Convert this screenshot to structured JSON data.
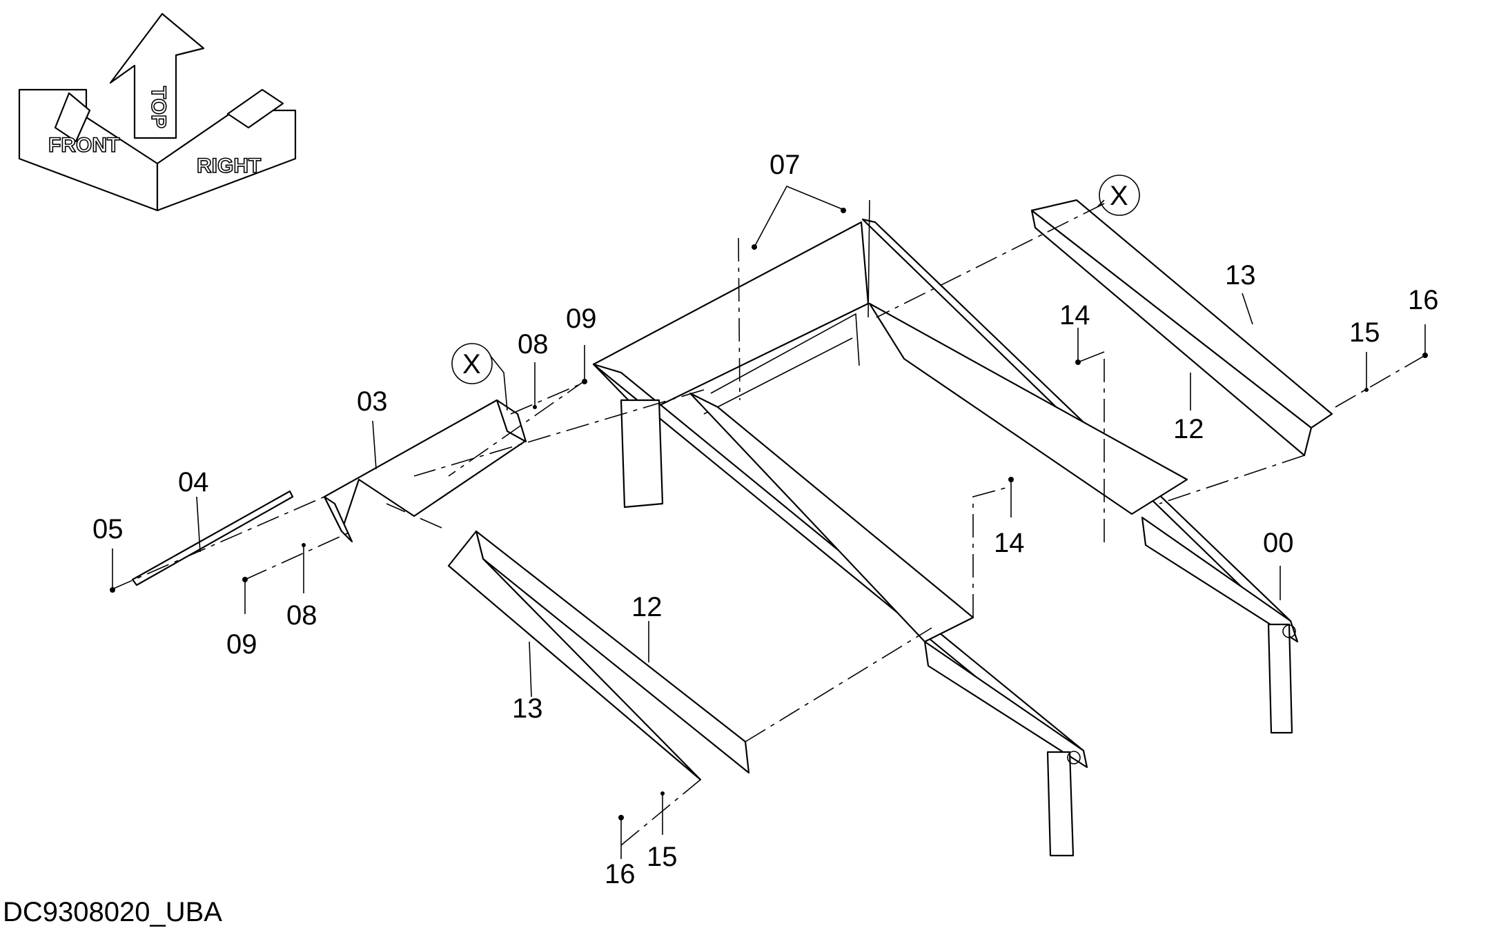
{
  "drawing_id": "DC9308020_UBA",
  "orientation": {
    "front": "FRONT",
    "top": "TOP",
    "right": "RIGHT"
  },
  "callouts": {
    "c00": "00",
    "c03": "03",
    "c04": "04",
    "c05": "05",
    "c07": "07",
    "c08a": "08",
    "c08b": "08",
    "c09a": "09",
    "c09b": "09",
    "c12a": "12",
    "c12b": "12",
    "c13a": "13",
    "c13b": "13",
    "c14a": "14",
    "c14b": "14",
    "c15a": "15",
    "c15b": "15",
    "c16a": "16",
    "c16b": "16",
    "xa": "X",
    "xb": "X"
  }
}
